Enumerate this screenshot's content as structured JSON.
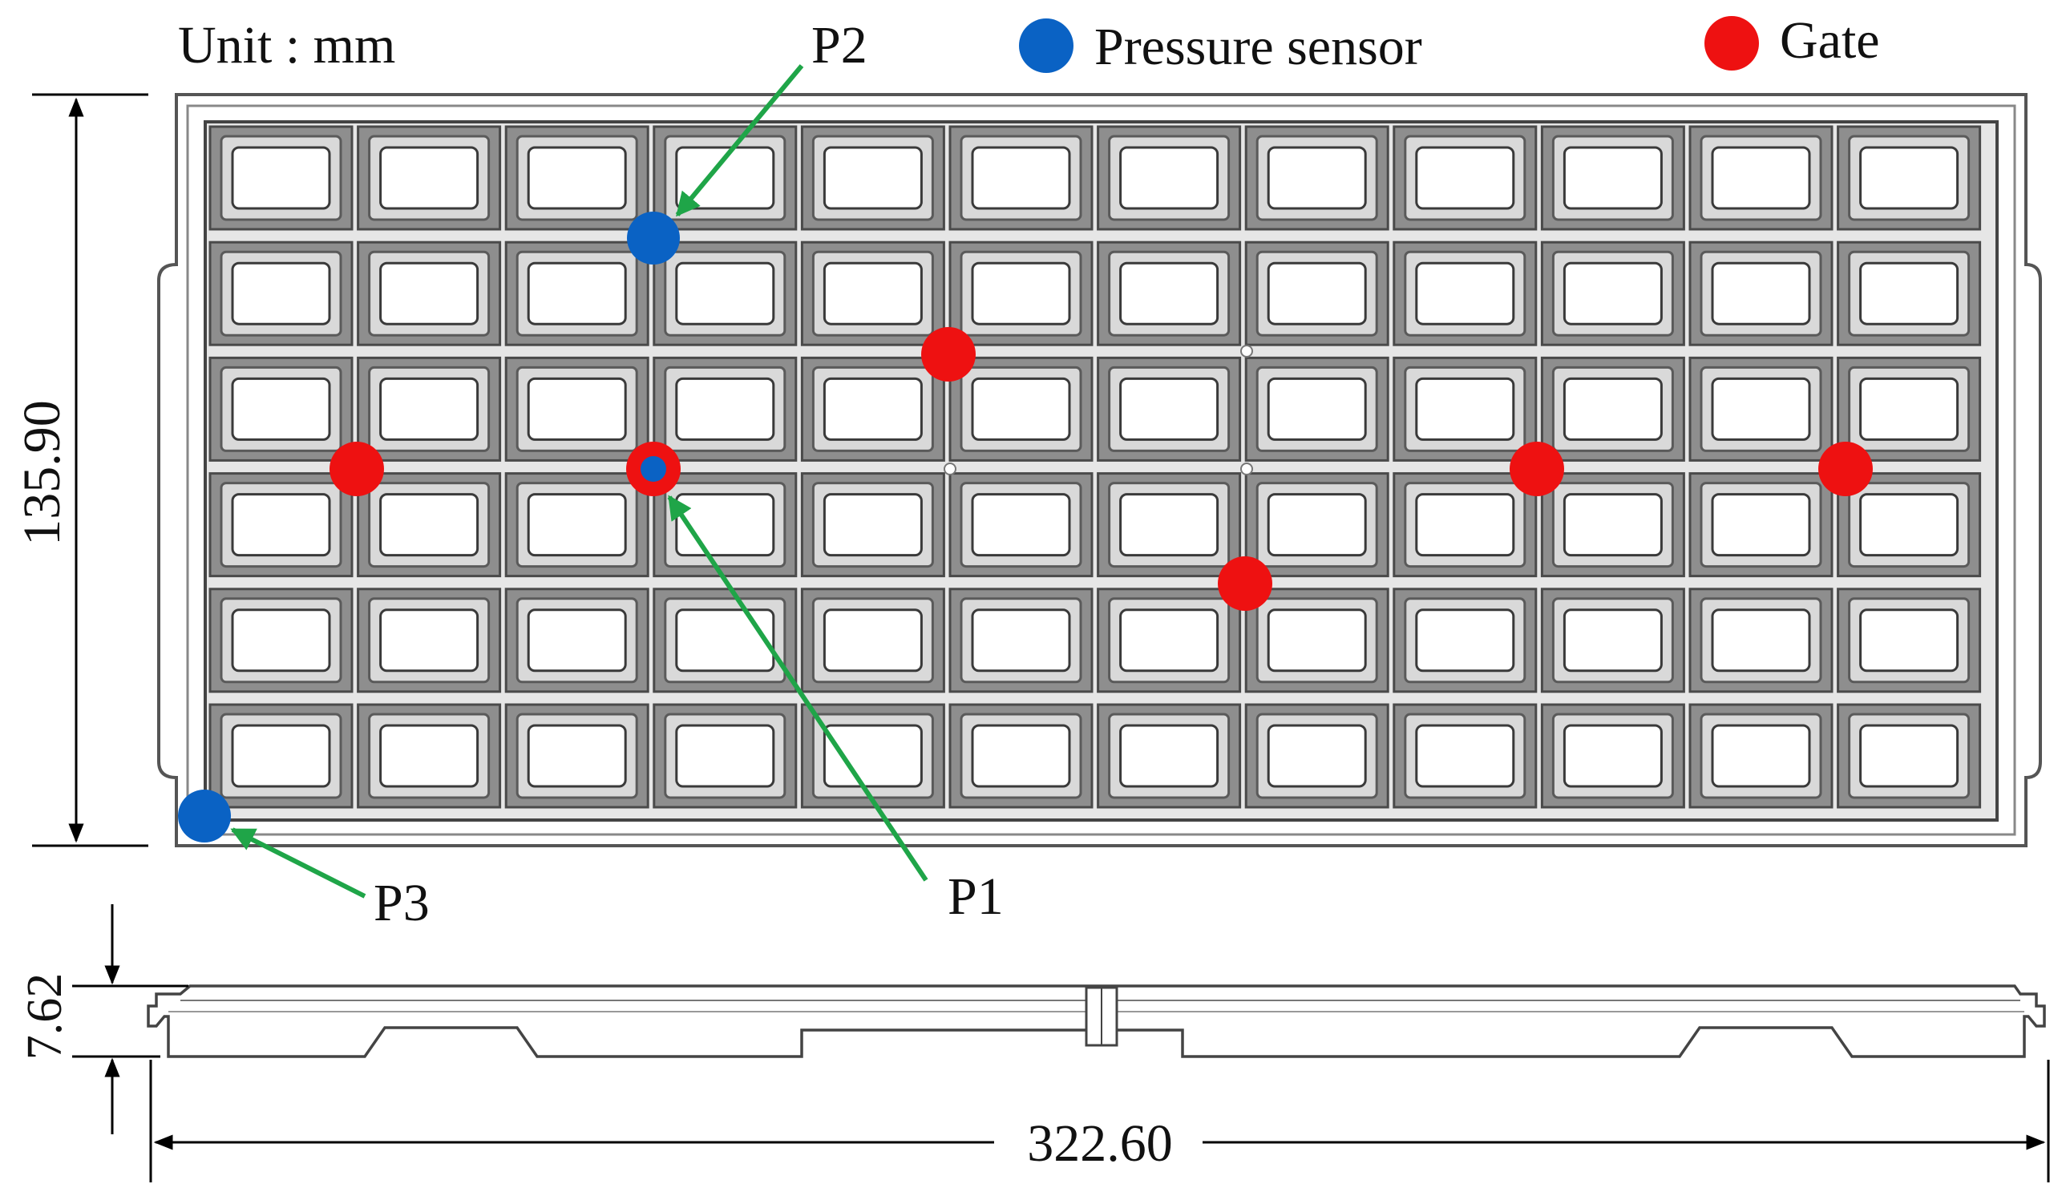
{
  "unit_label": "Unit : mm",
  "legend": {
    "pressure_sensor_label": "Pressure sensor",
    "gate_label": "Gate",
    "sensor_color": "#0a62c4",
    "gate_color": "#ee1111"
  },
  "callouts": {
    "p1": "P1",
    "p2": "P2",
    "p3": "P3",
    "arrow_color": "#1fa548"
  },
  "dimensions": {
    "height": "135.90",
    "thickness": "7.62",
    "width": "322.60"
  },
  "grid": {
    "rows": 6,
    "cols": 12
  }
}
